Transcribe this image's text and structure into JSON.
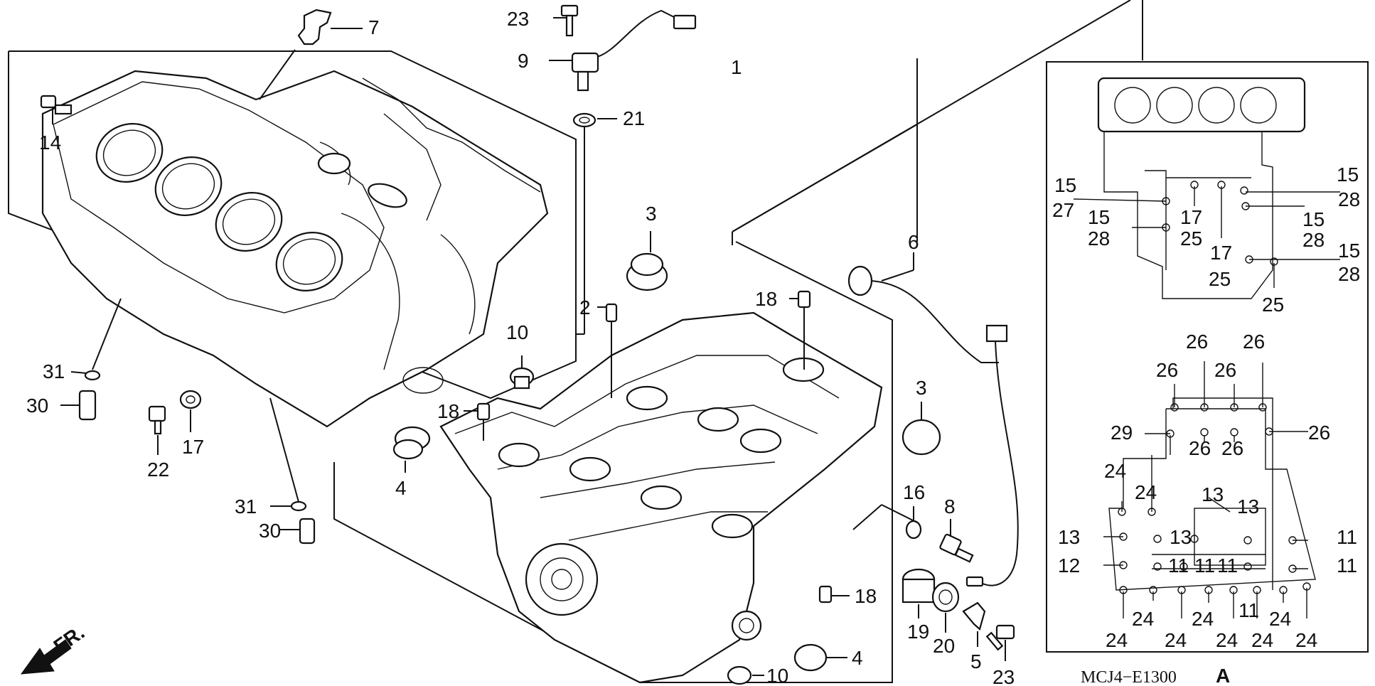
{
  "diagram": {
    "reference_code": "MCJ4−E1300",
    "reference_suffix": "A",
    "front_marker": "FR.",
    "callouts": {
      "c7": "7",
      "c23a": "23",
      "c9": "9",
      "c21": "21",
      "c1": "1",
      "c14": "14",
      "c3a": "3",
      "c2": "2",
      "c18a": "18",
      "c6": "6",
      "c10a": "10",
      "c31a": "31",
      "c30a": "30",
      "c17": "17",
      "c22": "22",
      "c18b": "18",
      "c4a": "4",
      "c3b": "3",
      "c16": "16",
      "c8": "8",
      "c31b": "31",
      "c30b": "30",
      "c18c": "18",
      "c19": "19",
      "c20": "20",
      "c5": "5",
      "c23b": "23",
      "c4b": "4",
      "c10b": "10"
    },
    "inset_upper": {
      "l15a": "15",
      "l27": "27",
      "l15b": "15",
      "l28a": "28",
      "l17a": "17",
      "l25a": "25",
      "l17b": "17",
      "l25b": "25",
      "l15c": "15",
      "l28b": "28",
      "l15d": "15",
      "l28c": "28",
      "l15e": "15",
      "l28d": "28",
      "l25c": "25"
    },
    "inset_lower": {
      "l26a": "26",
      "l26b": "26",
      "l26c": "26",
      "l26d": "26",
      "l26e": "26",
      "l26f": "26",
      "l26g": "26",
      "l29": "29",
      "l24a": "24",
      "l24b": "24",
      "l13a": "13",
      "l13b": "13",
      "l13c": "13",
      "l13d": "13",
      "l12": "12",
      "l11a": "11",
      "l11b": "11",
      "l11c": "11",
      "l11d": "11",
      "l11e": "11",
      "l11f": "11",
      "l24c": "24",
      "l24d": "24",
      "l24e": "24",
      "l24f": "24",
      "l24g": "24",
      "l24h": "24",
      "l24i": "24",
      "l24j": "24"
    }
  }
}
